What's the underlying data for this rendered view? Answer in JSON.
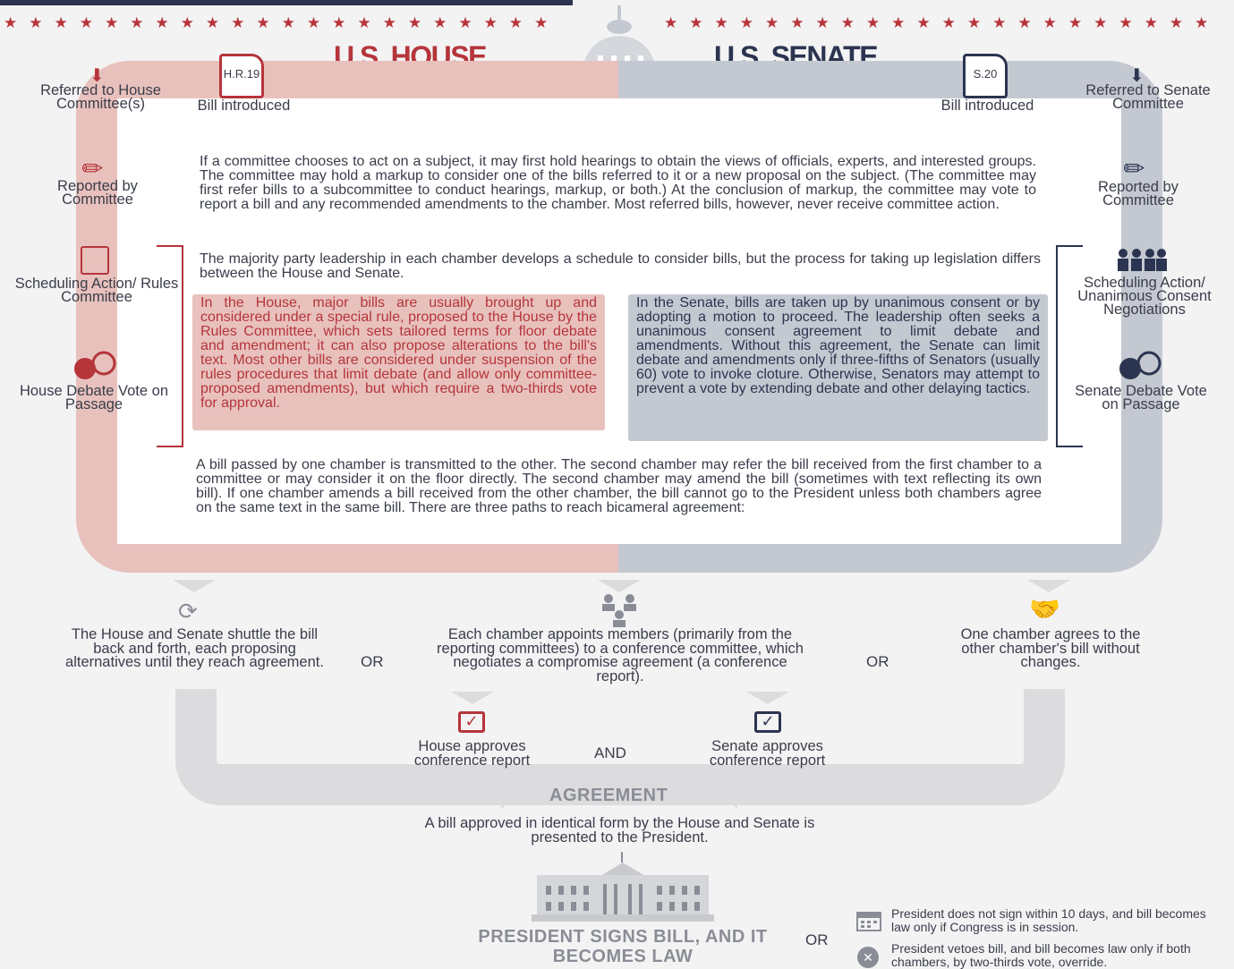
{
  "header": {
    "house_title": "U.S. HOUSE",
    "senate_title": "U.S. SENATE",
    "stars": "★★★★★★★★★★★★★★★★★★★★★★"
  },
  "house": {
    "bill_number": "H.R.19",
    "bill_introduced": "Bill introduced",
    "referred": "Referred to House Committee(s)",
    "reported": "Reported by Committee",
    "scheduling": "Scheduling Action/ Rules Committee",
    "debate": "House Debate Vote on Passage"
  },
  "senate": {
    "bill_number": "S.20",
    "bill_introduced": "Bill introduced",
    "referred": "Referred to Senate Committee",
    "reported": "Reported by Committee",
    "scheduling": "Scheduling Action/ Unanimous Consent Negotiations",
    "debate": "Senate Debate Vote on Passage"
  },
  "text": {
    "committee": "If a committee chooses to act on a subject, it may first hold hearings to obtain the views of officials, experts, and interested groups. The committee may hold a markup to consider one of the bills referred to it or a new proposal on the subject. (The committee may first refer bills to a subcommittee to conduct hearings, markup, or both.) At the conclusion of markup, the committee may vote to report a bill and any recommended amendments to the chamber. Most referred bills, however, never receive committee action.",
    "schedule": "The majority party leadership in each chamber develops a schedule to consider bills, but the process for taking up legislation differs between the House and Senate.",
    "house_box": "In the House, major bills are usually brought up and considered under a special rule, proposed to the House by the Rules Committee, which sets tailored terms for floor debate and amendment; it can also propose alterations to the bill's text. Most other bills are considered under suspension of the rules procedures that limit debate (and allow only committee-proposed amendments), but which require a two-thirds vote for approval.",
    "senate_box": "In the Senate, bills are taken up by unanimous consent or by adopting a motion to proceed. The leadership often seeks a unanimous consent agreement to limit debate and amendments. Without this agreement, the Senate can limit debate and amendments only if three-fifths of Senators (usually 60) vote to invoke cloture. Otherwise, Senators may attempt to prevent a vote by extending debate and other delaying tactics.",
    "transmit": "A bill passed by one chamber is transmitted to the other. The second chamber may refer the bill received from the first chamber to a committee or may consider it on the floor directly. The second chamber may amend the bill (sometimes with text reflecting its own bill). If one chamber amends a bill received from the other chamber, the bill cannot go to the President unless both chambers agree on the same text in the same bill. There are three paths to reach bicameral agreement:"
  },
  "paths": {
    "shuttle": "The House and Senate shuttle the bill back and forth, each proposing alternatives until they reach agreement.",
    "conference": "Each chamber appoints members (primarily from the reporting committees) to a conference committee, which negotiates a compromise agreement (a conference report).",
    "agree": "One chamber agrees to the other chamber's bill without changes.",
    "or1": "OR",
    "or2": "OR",
    "house_approves": "House approves conference report",
    "and": "AND",
    "senate_approves": "Senate approves conference report"
  },
  "agreement": {
    "title": "AGREEMENT",
    "text": "A bill approved in identical form by the House and Senate is presented to the President."
  },
  "president": {
    "signs": "PRESIDENT SIGNS BILL, AND IT BECOMES LAW",
    "or": "OR",
    "no_sign": "President does not sign within 10 days, and bill becomes law only if Congress is in session.",
    "veto": "President vetoes bill, and bill becomes law only if both chambers, by two-thirds vote, override."
  },
  "colors": {
    "house": "#b5353b",
    "senate": "#2b3450",
    "house_light": "#e8c1bd",
    "senate_light": "#c4c9d1"
  }
}
